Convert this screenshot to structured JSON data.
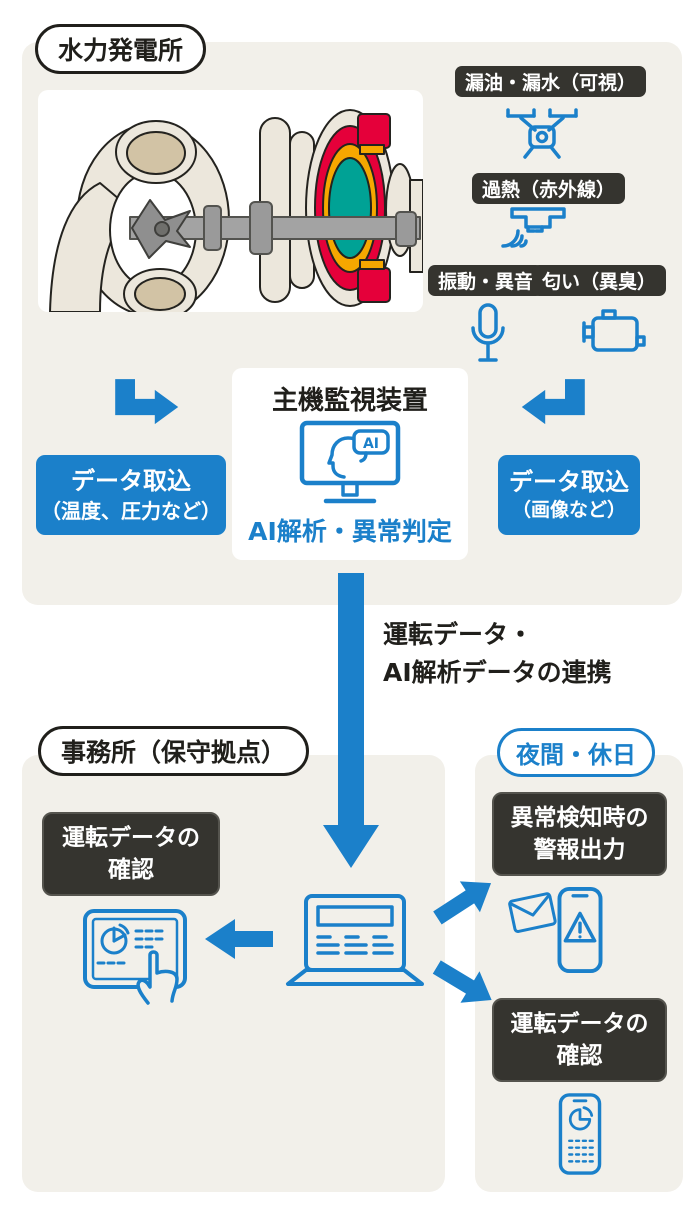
{
  "colors": {
    "accent_blue": "#1b80ca",
    "dark_box_bg": "#35342f",
    "section_bg": "#f2f0ea",
    "machine_red": "#e5003a",
    "machine_orange": "#f6a700",
    "machine_teal": "#00a295"
  },
  "plant": {
    "title": "水力発電所",
    "sensors": [
      {
        "label": "漏油・漏水（可視）",
        "icon": "drone-icon"
      },
      {
        "label": "過熱（赤外線）",
        "icon": "heat-sensor-icon"
      },
      {
        "label": "振動・異音",
        "icon": "microphone-icon"
      },
      {
        "label": "匂い（異臭）",
        "icon": "odor-sensor-icon"
      }
    ],
    "monitor_unit": {
      "title": "主機監視装置",
      "bubble_text": "AI",
      "result": "AI解析・異常判定",
      "icon": "ai-monitor-icon"
    },
    "data_import_sensors": {
      "line1": "データ取込",
      "line2": "（温度、圧力など）"
    },
    "data_import_images": {
      "line1": "データ取込",
      "line2": "（画像など）"
    }
  },
  "data_link": {
    "line1": "運転データ・",
    "line2": "AI解析データの連携"
  },
  "office": {
    "title": "事務所（保守拠点）",
    "operation_check": {
      "line1": "運転データの",
      "line2": "確認"
    },
    "icons": [
      "tablet-touch-icon",
      "laptop-icon"
    ]
  },
  "night_holiday": {
    "title": "夜間・休日",
    "alarm_output": {
      "line1": "異常検知時の",
      "line2": "警報出力"
    },
    "operation_check": {
      "line1": "運転データの",
      "line2": "確認"
    },
    "icons": [
      "mail-icon",
      "alert-phone-icon",
      "chart-phone-icon"
    ]
  }
}
